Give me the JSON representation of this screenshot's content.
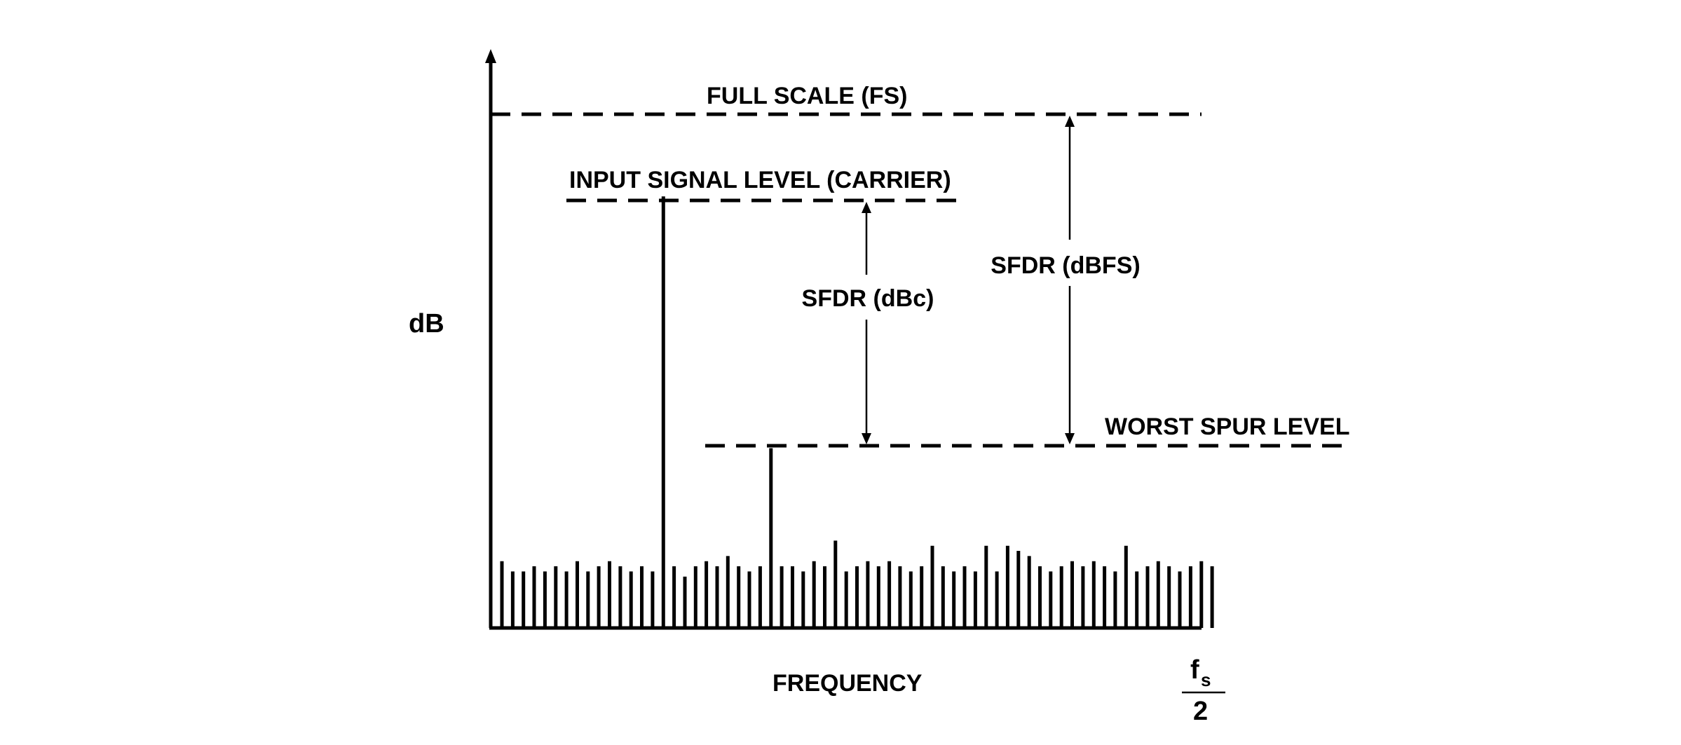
{
  "labels": {
    "full_scale": "FULL SCALE (FS)",
    "input_signal": "INPUT SIGNAL LEVEL (CARRIER)",
    "sfdr_dbc": "SFDR (dBc)",
    "sfdr_dbfs": "SFDR (dBFS)",
    "worst_spur": "WORST SPUR LEVEL",
    "y_axis": "dB",
    "x_axis": "FREQUENCY",
    "nyquist_numerator": "f",
    "nyquist_subscript": "s",
    "nyquist_denominator": "2"
  },
  "levels": {
    "full_scale": 100,
    "carrier": 84,
    "worst_spur": 35
  },
  "noise_floor": [
    13,
    11,
    11,
    12,
    11,
    12,
    11,
    13,
    11,
    12,
    13,
    12,
    11,
    12,
    11,
    0,
    12,
    10,
    12,
    13,
    12,
    14,
    12,
    11,
    12,
    0,
    12,
    12,
    11,
    13,
    12,
    17,
    11,
    12,
    13,
    12,
    13,
    12,
    11,
    12,
    16,
    12,
    11,
    12,
    11,
    16,
    11,
    16,
    15,
    14,
    12,
    11,
    12,
    13,
    12,
    13,
    12,
    11,
    16,
    11,
    12,
    13,
    12,
    11,
    12,
    13,
    12
  ],
  "carrier_index": 15,
  "spur_index": 25,
  "colors": {
    "ink": "#000000",
    "background": "#ffffff"
  }
}
